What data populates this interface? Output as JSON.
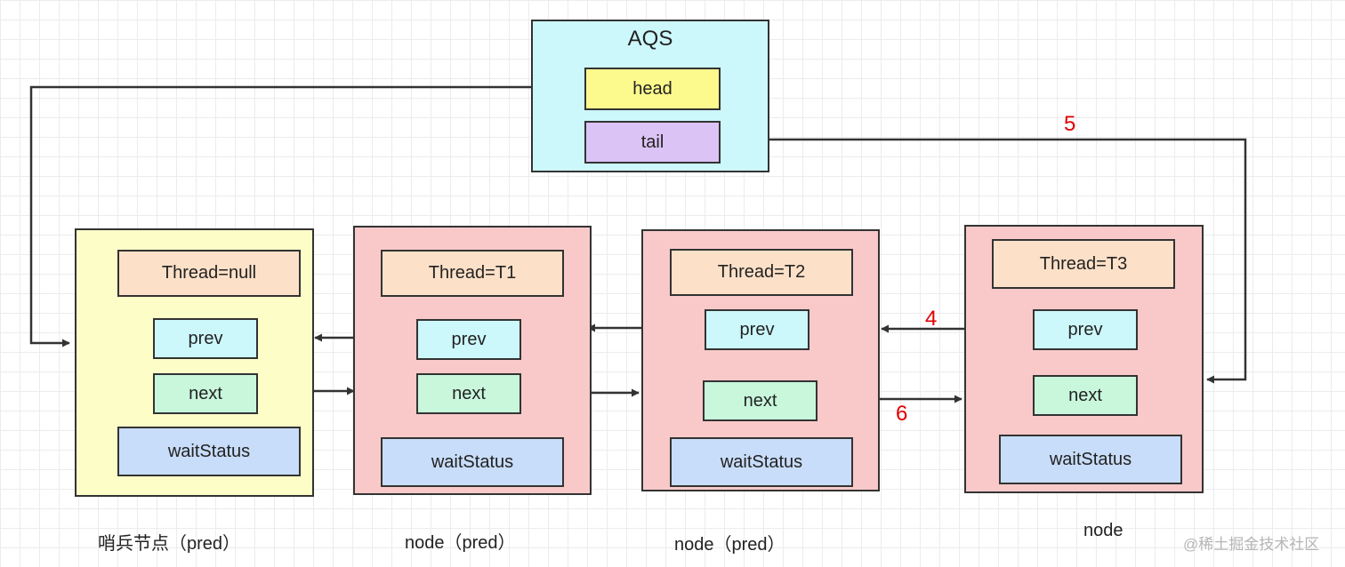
{
  "aqs": {
    "title": "AQS",
    "head": "head",
    "tail": "tail"
  },
  "nodes": [
    {
      "thread": "Thread=null",
      "prev": "prev",
      "next": "next",
      "wait_status": "waitStatus",
      "caption": "哨兵节点（pred）"
    },
    {
      "thread": "Thread=T1",
      "prev": "prev",
      "next": "next",
      "wait_status": "waitStatus",
      "caption": "node（pred）"
    },
    {
      "thread": "Thread=T2",
      "prev": "prev",
      "next": "next",
      "wait_status": "waitStatus",
      "caption": "node（pred）"
    },
    {
      "thread": "Thread=T3",
      "prev": "prev",
      "next": "next",
      "wait_status": "waitStatus",
      "caption": "node"
    }
  ],
  "steps": {
    "four": "4",
    "five": "5",
    "six": "6"
  },
  "watermark": "@稀土掘金技术社区",
  "colors": {
    "aqs_bg": "#ccf7fb",
    "sentinel_bg": "#fdfdc8",
    "node_bg": "#f9c9c9",
    "head_field": "#fdfa8d",
    "tail_field": "#dcc3f5",
    "thread_field": "#fde0c8",
    "prev_field": "#ccf7fb",
    "next_field": "#c8f7dc",
    "wait_field": "#c8ddf9",
    "step_label": "#e00000"
  }
}
